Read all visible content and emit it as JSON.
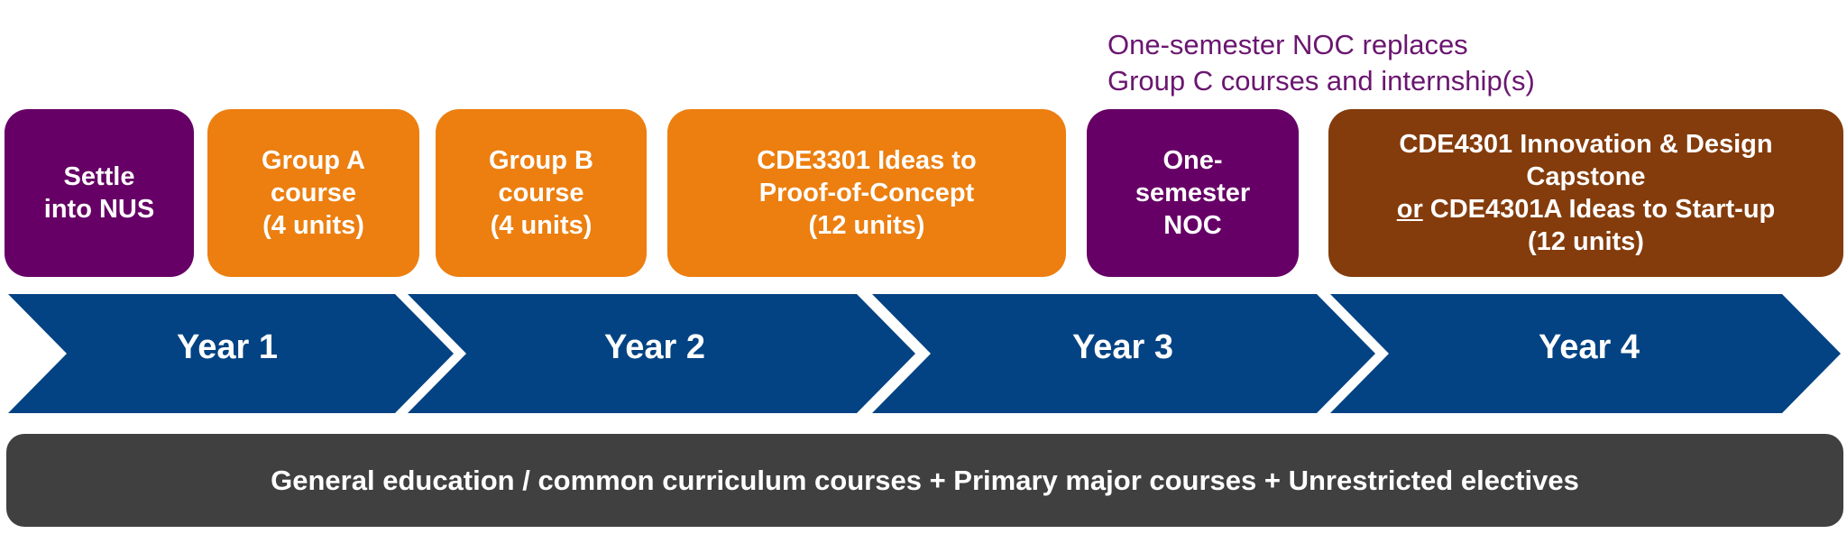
{
  "note": {
    "line1": "One-semester NOC replaces",
    "line2": "Group C courses and internship(s)"
  },
  "boxes": [
    {
      "lines": [
        "Settle",
        "into NUS"
      ]
    },
    {
      "lines": [
        "Group A",
        "course",
        "(4 units)"
      ]
    },
    {
      "lines": [
        "Group B",
        "course",
        "(4 units)"
      ]
    },
    {
      "lines": [
        "CDE3301 Ideas to",
        "Proof-of-Concept",
        "(12 units)"
      ]
    },
    {
      "lines": [
        "One-",
        "semester",
        "NOC"
      ]
    },
    {
      "lines": [
        "CDE4301 Innovation & Design",
        "Capstone"
      ],
      "or": "or",
      "alt": "CDE4301A Ideas to Start-up",
      "units": "(12 units)"
    }
  ],
  "years": [
    "Year 1",
    "Year 2",
    "Year 3",
    "Year 4"
  ],
  "bottom_bar": "General education / common curriculum courses + Primary major courses + Unrestricted electives",
  "colors": {
    "purple": "#660066",
    "orange": "#ec7f10",
    "brown": "#843c0c",
    "blue": "#034383",
    "gray": "#404040",
    "note": "#6a1670"
  }
}
